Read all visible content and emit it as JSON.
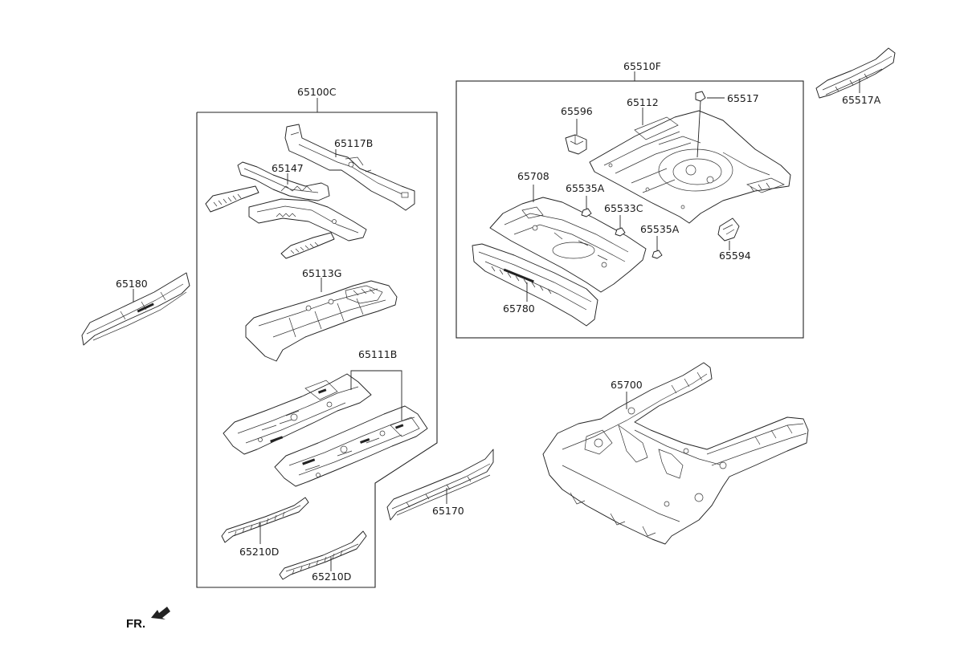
{
  "labels": {
    "l65100C": "65100C",
    "l65117B": "65117B",
    "l65147": "65147",
    "l65113G": "65113G",
    "l65111B": "65111B",
    "l65210D_a": "65210D",
    "l65210D_b": "65210D",
    "l65180": "65180",
    "l65170": "65170",
    "l65510F": "65510F",
    "l65112": "65112",
    "l65517": "65517",
    "l65596": "65596",
    "l65708": "65708",
    "l65535A_a": "65535A",
    "l65533C": "65533C",
    "l65535A_b": "65535A",
    "l65594": "65594",
    "l65780": "65780",
    "l65517A": "65517A",
    "l65700": "65700"
  },
  "front_indicator": {
    "text": "FR.",
    "icon": "front-arrow-icon"
  }
}
